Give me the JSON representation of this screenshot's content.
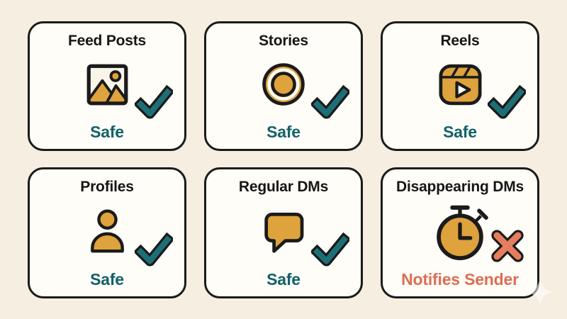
{
  "page": {
    "background_color": "#f5eee1"
  },
  "colors": {
    "bg": "#f5eee1",
    "ink": "#1b1b1b",
    "gold": "#dea33c",
    "card_bg": "#fffdf8",
    "teal": "#1d6f76",
    "teal_text": "#12616a",
    "salmon": "#e57e5f",
    "salmon_text": "#dc6e53",
    "icon_frame_fill": "#f8f4ea",
    "title": "#161616"
  },
  "cards": [
    {
      "title": "Feed Posts",
      "icon": "image-icon",
      "mark": "check-icon",
      "status": "Safe",
      "status_type": "safe"
    },
    {
      "title": "Stories",
      "icon": "story-ring-icon",
      "mark": "check-icon",
      "status": "Safe",
      "status_type": "safe"
    },
    {
      "title": "Reels",
      "icon": "reels-icon",
      "mark": "check-icon",
      "status": "Safe",
      "status_type": "safe"
    },
    {
      "title": "Profiles",
      "icon": "person-icon",
      "mark": "check-icon",
      "status": "Safe",
      "status_type": "safe"
    },
    {
      "title": "Regular DMs",
      "icon": "chat-bubble-icon",
      "mark": "check-icon",
      "status": "Safe",
      "status_type": "safe"
    },
    {
      "title": "Disappearing DMs",
      "icon": "stopwatch-icon",
      "mark": "cross-icon",
      "status": "Notifies Sender",
      "status_type": "notifies-sender"
    }
  ],
  "decorations": {
    "sparkle": "sparkle-icon"
  }
}
